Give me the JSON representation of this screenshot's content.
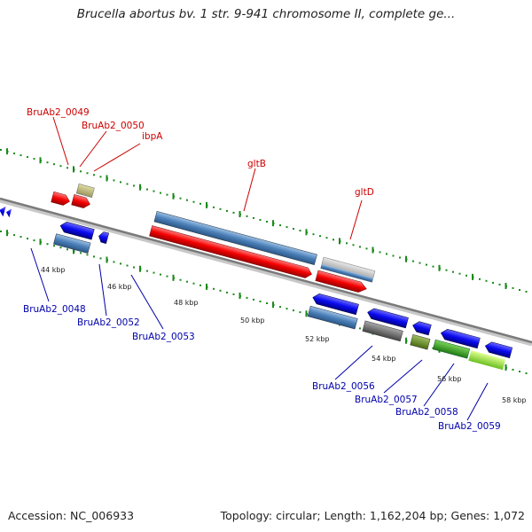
{
  "title": "Brucella abortus bv. 1 str. 9-941 chromosome II, complete ge...",
  "footer": {
    "accession": "Accession: NC_006933",
    "summary": "Topology: circular; Length: 1,162,204 bp; Genes: 1,072"
  },
  "colors": {
    "top_label": "#cc0000",
    "bottom_label": "#0000aa",
    "tick": "#1a8a1a",
    "backbone": "#7a7a7a"
  },
  "scale_labels": [
    "44 kbp",
    "46 kbp",
    "48 kbp",
    "50 kbp",
    "52 kbp",
    "54 kbp",
    "56 kbp",
    "58 kbp"
  ],
  "top_labels": [
    "BruAb2_0049",
    "BruAb2_0050",
    "ibpA",
    "gltB",
    "gltD"
  ],
  "bottom_labels": [
    "BruAb2_0048",
    "BruAb2_0052",
    "BruAb2_0053",
    "BruAb2_0056",
    "BruAb2_0057",
    "BruAb2_0058",
    "BruAb2_0059"
  ]
}
